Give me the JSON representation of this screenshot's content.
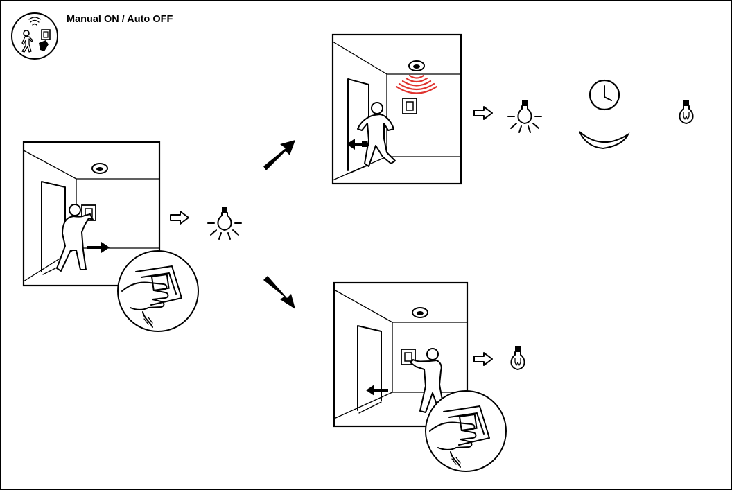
{
  "header": {
    "title": "Manual ON / Auto OFF",
    "mode_icon": "person-presence-switch-icon"
  },
  "colors": {
    "line": "#000000",
    "background": "#ffffff",
    "sensor_waves": "#e0332f"
  },
  "icons": {
    "start_scene": "manual-switch-on-scene",
    "light_on": "light-bulb-on-icon",
    "light_off": "light-bulb-off-icon",
    "timer": "clock-icon",
    "time_delay": "delay-arc-icon",
    "motion_sensor": "ceiling-presence-detector-icon"
  },
  "flows": [
    {
      "from": "manual-on",
      "to": "auto-off-after-leaving",
      "result": "light-off-after-delay"
    },
    {
      "from": "manual-on",
      "to": "manual-off",
      "result": "light-off"
    }
  ]
}
